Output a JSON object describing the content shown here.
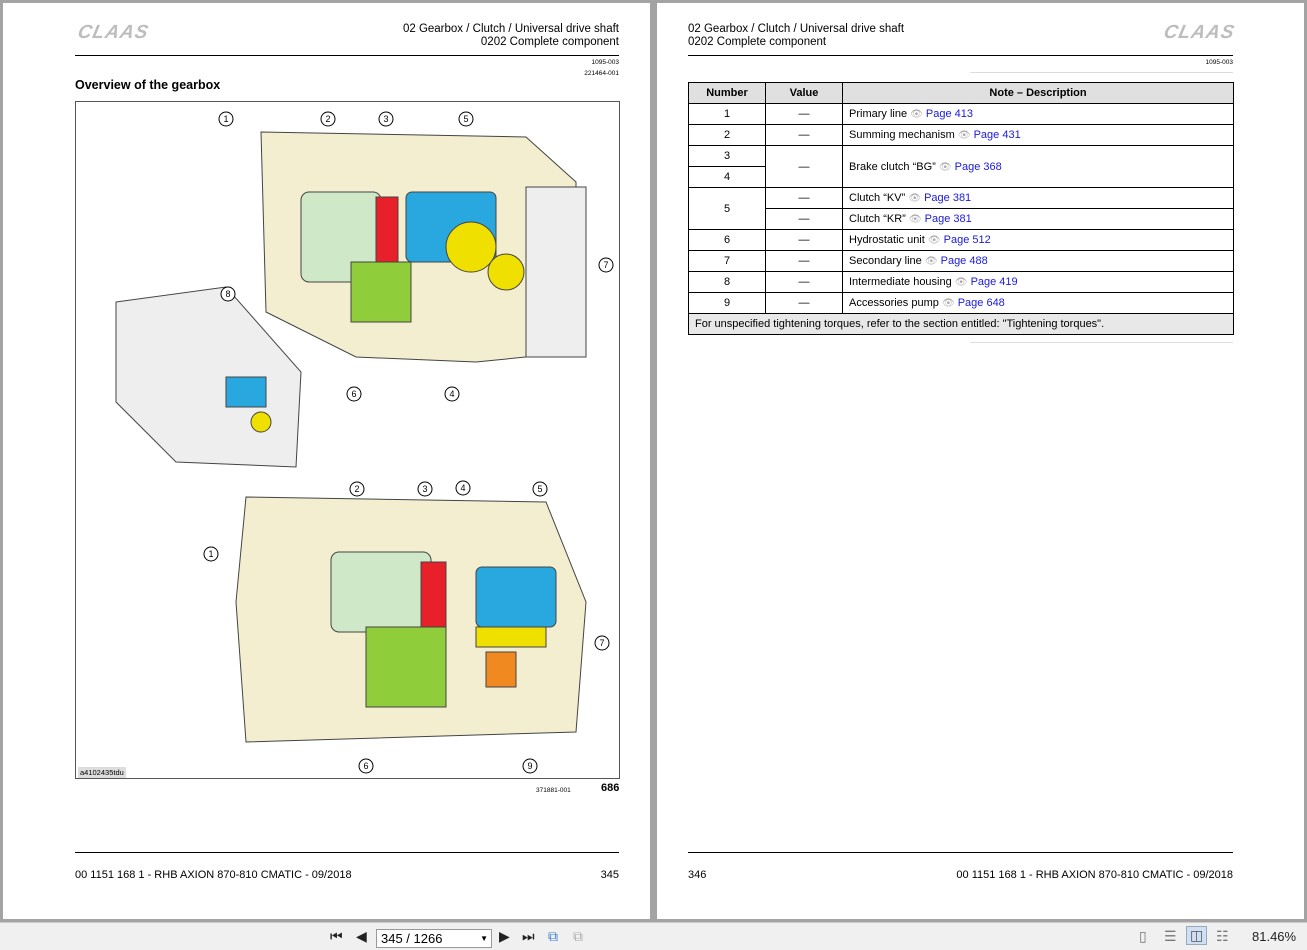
{
  "left_page": {
    "logo": "CLAAS",
    "header_line1": "02 Gearbox / Clutch / Universal drive shaft",
    "header_line2": "0202 Complete component",
    "code1": "1095-003",
    "code2": "221464-001",
    "title": "Overview of the gearbox",
    "figure_caption": "a4102435tdu",
    "figure_code": "371881-001",
    "figure_number": "686",
    "callouts_top": [
      "1",
      "2",
      "3",
      "5",
      "7",
      "8",
      "6",
      "4"
    ],
    "callouts_bottom": [
      "2",
      "3",
      "4",
      "5",
      "1",
      "7",
      "6",
      "9"
    ],
    "footer_doc": "00 1151 168 1 - RHB AXION 870-810 CMATIC - 09/2018",
    "footer_page": "345"
  },
  "right_page": {
    "logo": "CLAAS",
    "header_line1": "02 Gearbox / Clutch / Universal drive shaft",
    "header_line2": "0202 Complete component",
    "code1": "1095-003",
    "table": {
      "headers": [
        "Number",
        "Value",
        "Note – Description"
      ],
      "rows": [
        {
          "number": "1",
          "value": "—",
          "desc": "Primary line",
          "page": "Page  413"
        },
        {
          "number": "2",
          "value": "—",
          "desc": "Summing mechanism",
          "page": "Page  431"
        },
        {
          "number": "3",
          "value": "—",
          "desc": "Brake clutch “BG”",
          "page": "Page  368"
        },
        {
          "number": "4"
        },
        {
          "number": "5",
          "value": "—",
          "desc": "Clutch “KV”",
          "page": "Page  381"
        },
        {
          "value": "—",
          "desc": "Clutch “KR”",
          "page": "Page  381"
        },
        {
          "number": "6",
          "value": "—",
          "desc": "Hydrostatic unit",
          "page": "Page  512"
        },
        {
          "number": "7",
          "value": "—",
          "desc": "Secondary line",
          "page": "Page  488"
        },
        {
          "number": "8",
          "value": "—",
          "desc": "Intermediate housing",
          "page": "Page  419"
        },
        {
          "number": "9",
          "value": "—",
          "desc": "Accessories pump",
          "page": "Page  648"
        }
      ],
      "footnote": "For unspecified tightening torques, refer to the section entitled: \"Tightening torques\"."
    },
    "footer_page": "346",
    "footer_doc": "00 1151 168 1 - RHB AXION 870-810 CMATIC - 09/2018"
  },
  "toolbar": {
    "page_value": "345 / 1266",
    "zoom": "81.46%"
  },
  "colors": {
    "link": "#1a1adb",
    "green": "#cfe8c8",
    "red": "#e8202a",
    "blue": "#29a8e0",
    "yellow": "#f0e000"
  }
}
